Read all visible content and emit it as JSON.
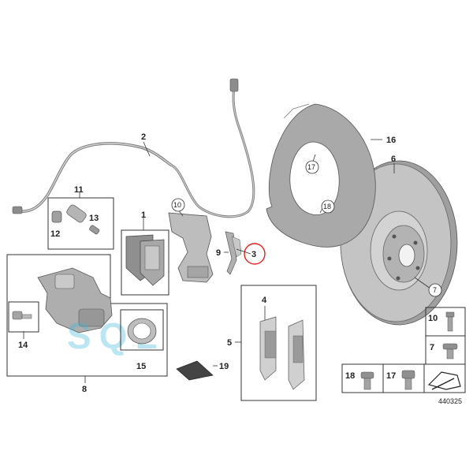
{
  "diagram": {
    "callouts": {
      "c1": "1",
      "c2": "2",
      "c3": "3",
      "c4": "4",
      "c5": "5",
      "c6": "6",
      "c7": "7",
      "c8": "8",
      "c9": "9",
      "c10": "10",
      "c11": "11",
      "c12": "12",
      "c13": "13",
      "c14": "14",
      "c15": "15",
      "c16": "16",
      "c17": "17",
      "c18": "18",
      "c19": "19"
    },
    "legend": {
      "item10": "10",
      "item7": "7",
      "item18": "18",
      "item17": "17"
    },
    "watermark": "SQL",
    "diagram_number": "440325",
    "highlight_color": "#e0201b",
    "part_fill": "#b9b9b9",
    "part_fill_dark": "#8e8e8e"
  }
}
